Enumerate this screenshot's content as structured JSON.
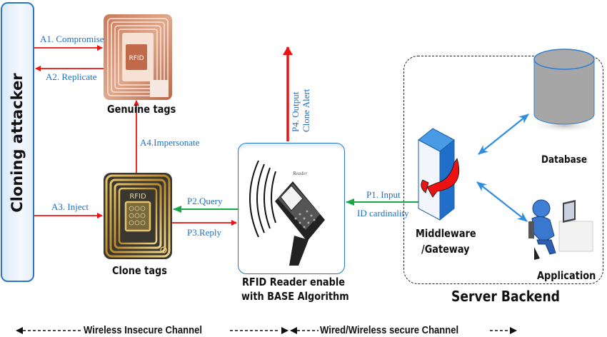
{
  "attacker": {
    "label": "Cloning attacker"
  },
  "genuine_tag": {
    "label": "Genuine tags",
    "chip_text": "RFID"
  },
  "clone_tag": {
    "label": "Clone tags",
    "chip_text": "RFID"
  },
  "reader": {
    "label_line1": "RFID Reader enable",
    "label_line2": "with BASE Algorithm",
    "device_text": "Reader"
  },
  "middleware": {
    "label_line1": "Middleware",
    "label_line2": "/Gateway"
  },
  "database": {
    "label": "Database"
  },
  "application": {
    "label": "Application"
  },
  "server_backend": {
    "label": "Server Backend"
  },
  "arrows": {
    "a1": "A1. Compromise",
    "a2": "A2. Replicate",
    "a3": "A3. Inject",
    "a4": "A4.Impersonate",
    "p1_line1": "P1. Input",
    "p1_line2": "ID cardinality",
    "p2": "P2.Query",
    "p3": "P3.Reply",
    "p4_line1": "P4. Output",
    "p4_line2": "Clone Alert"
  },
  "channels": {
    "insecure": "Wireless Insecure Channel",
    "secure": "Wired/Wireless secure Channel"
  },
  "colors": {
    "attack_arrow": "#ee1111",
    "protocol_arrow": "#18a84a",
    "backend_arrow": "#2d8de0",
    "label_blue": "#1f6fc4",
    "box_border": "#2a77c9"
  }
}
